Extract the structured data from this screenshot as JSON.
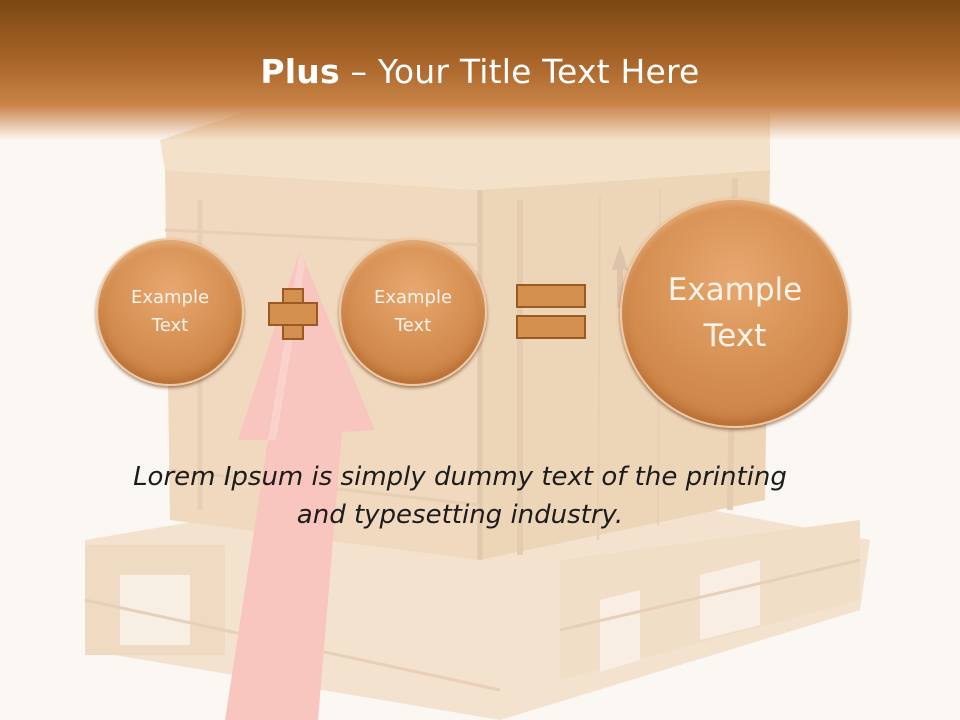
{
  "title": {
    "bold": "Plus",
    "rest": " – Your Title Text Here"
  },
  "circles": [
    {
      "text": "Example Text"
    },
    {
      "text": "Example Text"
    },
    {
      "text": "Example Text"
    }
  ],
  "operators": {
    "plus": "plus-icon",
    "equals": "equals-icon"
  },
  "caption": "Lorem Ipsum is simply dummy text of the printing and typesetting industry.",
  "colors": {
    "header": "#a56226",
    "circle": "#d48d4f",
    "operator": "#d4904f"
  }
}
